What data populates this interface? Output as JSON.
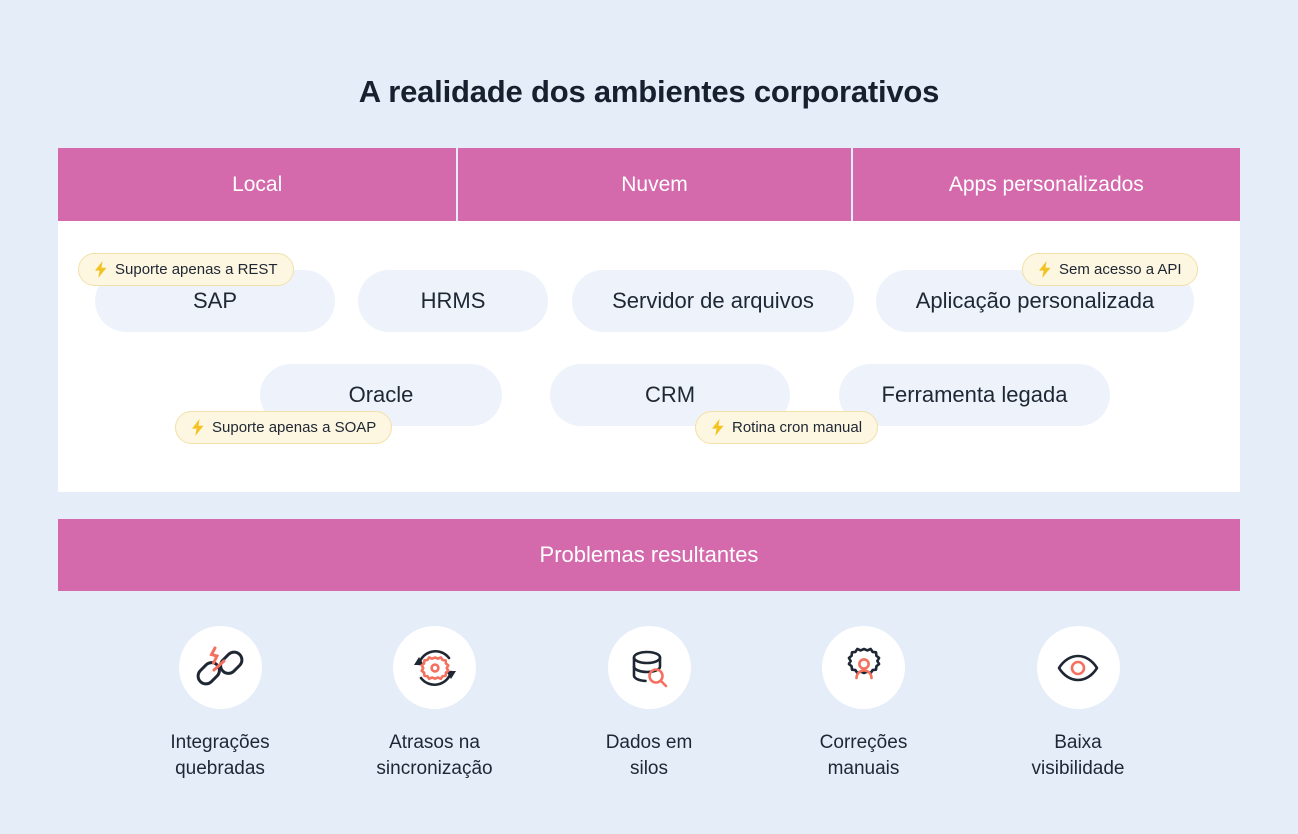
{
  "title": "A realidade dos ambientes corporativos",
  "header": {
    "columns": [
      {
        "label": "Local"
      },
      {
        "label": "Nuvem"
      },
      {
        "label": "Apps personalizados"
      }
    ]
  },
  "systems": {
    "row1": [
      {
        "label": "SAP"
      },
      {
        "label": "HRMS"
      },
      {
        "label": "Servidor de arquivos"
      },
      {
        "label": "Aplicação personalizada"
      }
    ],
    "row2": [
      {
        "label": "Oracle"
      },
      {
        "label": "CRM"
      },
      {
        "label": "Ferramenta legada"
      }
    ]
  },
  "badges": [
    {
      "id": "rest",
      "label": "Suporte apenas a REST",
      "icon": "lightning-bolt-icon"
    },
    {
      "id": "api",
      "label": "Sem acesso a API",
      "icon": "lightning-bolt-icon"
    },
    {
      "id": "soap",
      "label": "Suporte apenas a SOAP",
      "icon": "lightning-bolt-icon"
    },
    {
      "id": "cron",
      "label": "Rotina cron manual",
      "icon": "lightning-bolt-icon"
    }
  ],
  "problems_bar": {
    "label": "Problemas resultantes"
  },
  "problems": [
    {
      "icon": "broken-link-icon",
      "label": "Integrações\nquebradas"
    },
    {
      "icon": "sync-gear-icon",
      "label": "Atrasos na\nsincronização"
    },
    {
      "icon": "database-search-icon",
      "label": "Dados em\nsilos"
    },
    {
      "icon": "user-gear-icon",
      "label": "Correções\nmanuais"
    },
    {
      "icon": "eye-icon",
      "label": "Baixa\nvisibilidade"
    }
  ],
  "colors": {
    "background": "#e4edf8",
    "accent_pink": "#d46aac",
    "pill_blue": "#eef3fb",
    "badge_cream": "#fdf6e0",
    "badge_border": "#f2e0ab",
    "bolt_gold": "#f3c324",
    "icon_red": "#f4705f",
    "icon_dark": "#1e2733",
    "text_dark": "#16202e"
  }
}
